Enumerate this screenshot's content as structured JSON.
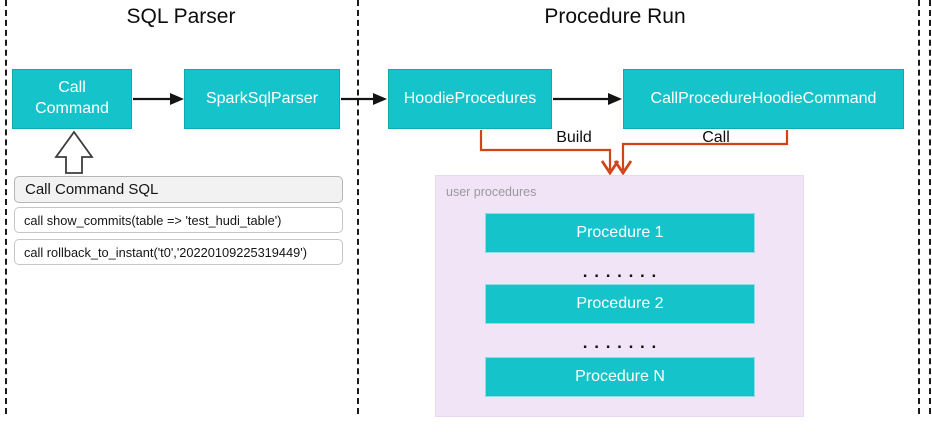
{
  "diagram": {
    "regions": {
      "sql_parser": {
        "title": "SQL Parser"
      },
      "procedure_run": {
        "title": "Procedure Run"
      }
    },
    "nodes": {
      "call_command": {
        "label": "Call Command"
      },
      "spark_sql_parser": {
        "label": "SparkSqlParser"
      },
      "hoodie_procedures": {
        "label": "HoodieProcedures"
      },
      "call_procedure_hoodie_command": {
        "label": "CallProcedureHoodieCommand"
      }
    },
    "connector_labels": {
      "build": "Build",
      "call": "Call"
    },
    "sql_card": {
      "title": "Call Command SQL",
      "examples": [
        "call show_commits(table => 'test_hudi_table')",
        "call rollback_to_instant('t0','20220109225319449')"
      ]
    },
    "user_procedures": {
      "label": "user procedures",
      "items": [
        "Procedure 1",
        "Procedure 2",
        "Procedure N"
      ],
      "ellipsis": ". . . . . . ."
    },
    "colors": {
      "node_fill": "#15c4cb",
      "node_border": "#0fa9b0",
      "panel_fill": "#f2e4f7",
      "connector_orange": "#cf4517",
      "connector_black": "#141414"
    }
  }
}
